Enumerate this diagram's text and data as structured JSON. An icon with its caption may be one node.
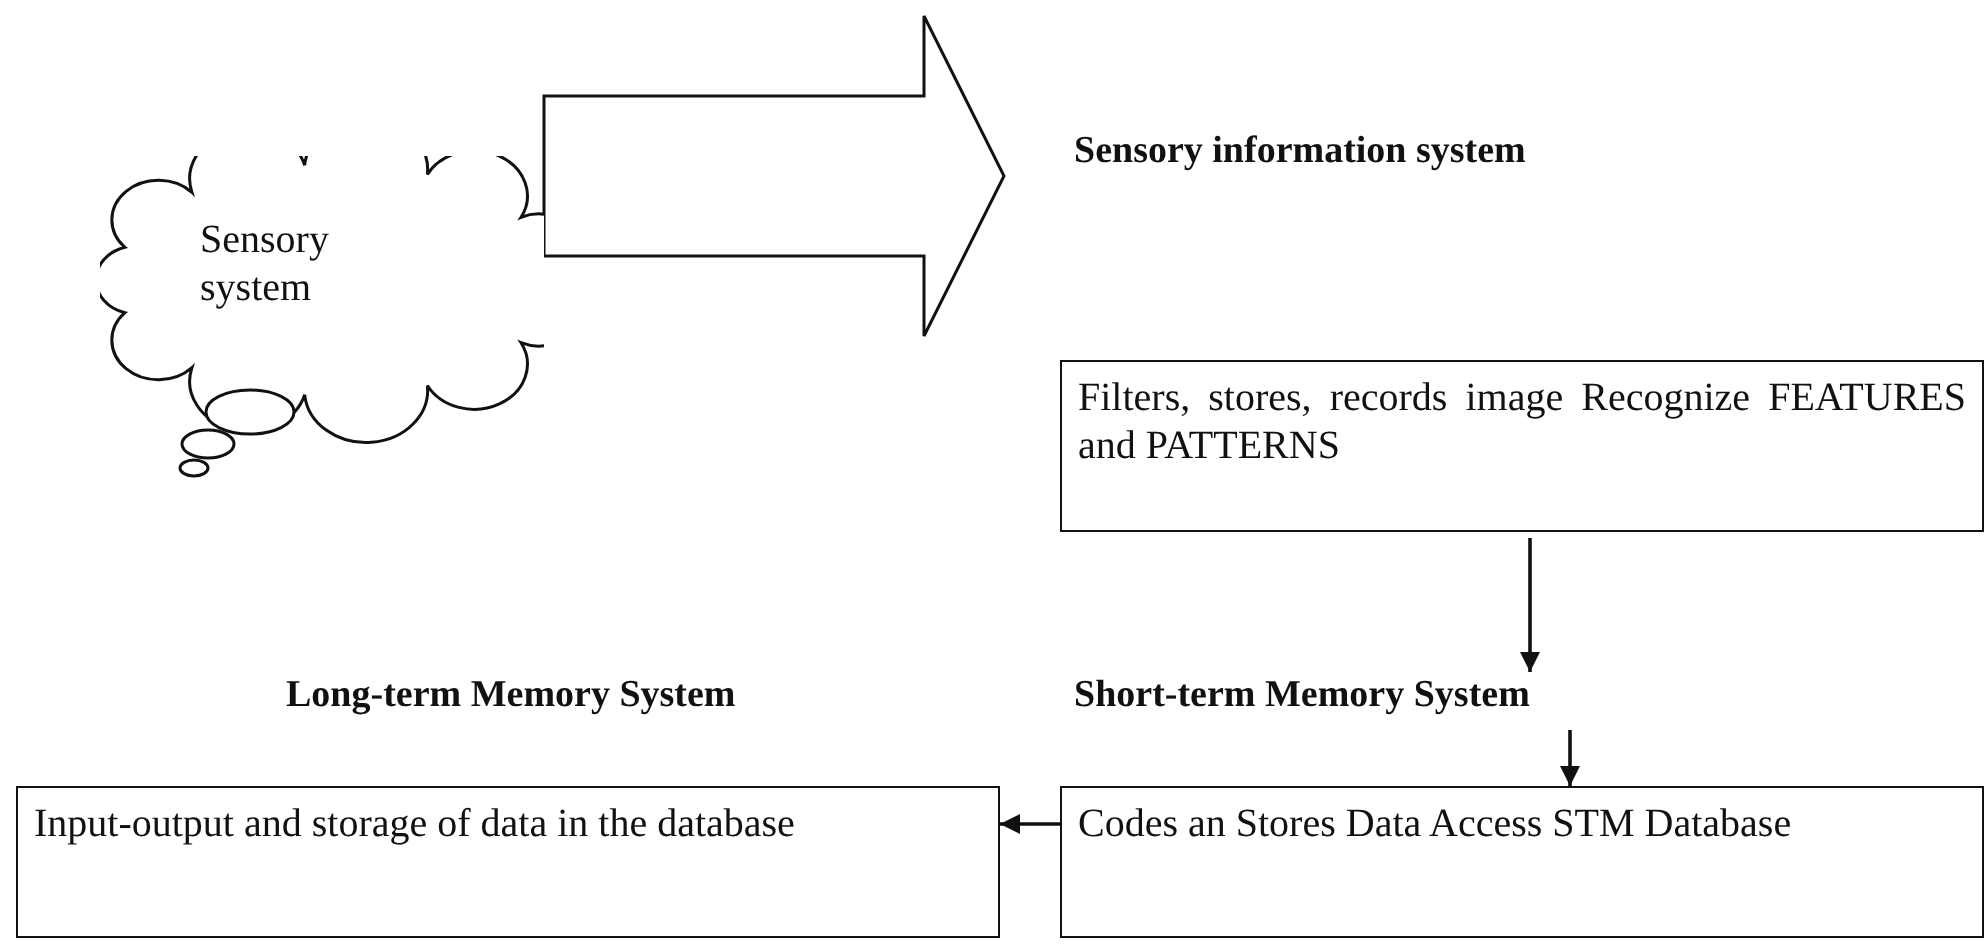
{
  "diagram": {
    "nodes": [
      {
        "text": [
          "Sensory system"
        ]
      },
      {
        "text": [
          "Sensory information system"
        ]
      },
      {
        "text": [
          "Filters, stores, records image Recognize FEATURES and PATTERNS"
        ]
      },
      {
        "text": [
          "Short-term Memory System"
        ]
      },
      {
        "text": [
          "Codes an Stores Data Access STM Database"
        ]
      },
      {
        "text": [
          "Input-output and storage of data in the database"
        ]
      }
    ],
    "edges": [
      {
        "from": 0,
        "to": 1,
        "arrow": "to",
        "style": "thick"
      },
      {
        "from": 2,
        "to": 3,
        "arrow": "to"
      },
      {
        "from": 3,
        "to": 4,
        "arrow": "to"
      },
      {
        "from": 4,
        "to": 5,
        "arrow": "to"
      }
    ],
    "labels": [
      "Long-term Memory System"
    ]
  }
}
